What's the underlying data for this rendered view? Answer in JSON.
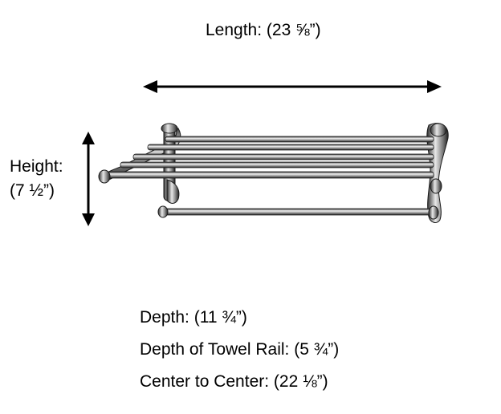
{
  "labels": {
    "length": "Length: (23 ⅝”)",
    "height_label": "Height:",
    "height_value": "(7 ½”)",
    "depth": "Depth: (11 ¾”)",
    "towel_rail_depth": "Depth of Towel Rail: (5 ¾”)",
    "center_to_center": "Center to Center: (22 ⅛”)"
  },
  "colors": {
    "ink": "#000000",
    "chrome_light": "#e8e8e8",
    "chrome_mid": "#9a9a9a",
    "chrome_dark": "#3a3a3a"
  }
}
